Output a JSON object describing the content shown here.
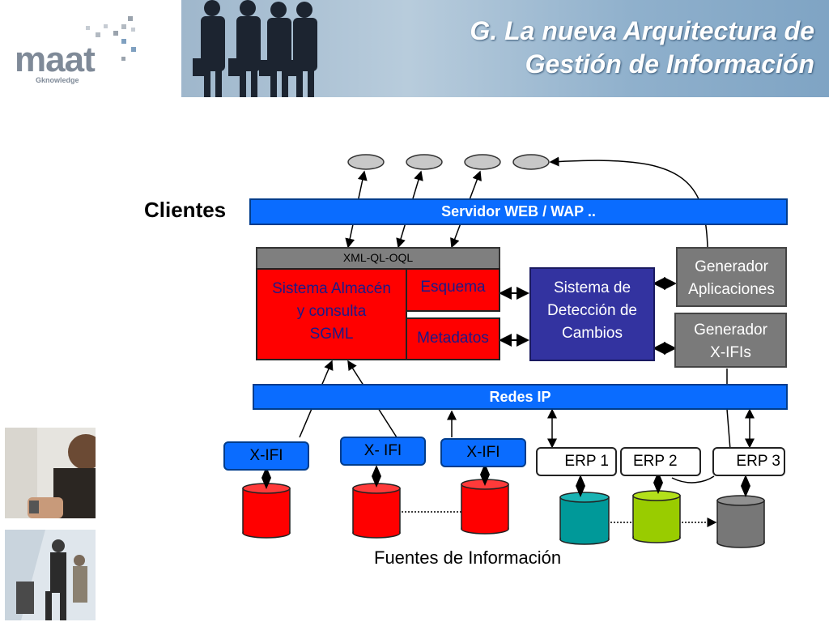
{
  "header": {
    "logo_text": "maat",
    "logo_sub": "Gknowledge",
    "title_line1": "G. La nueva Arquitectura de",
    "title_line2": "Gestión de Información"
  },
  "diagram": {
    "clientes": "Clientes",
    "servidor": "Servidor WEB  /  WAP ..",
    "xml_bar": "XML-QL-OQL",
    "sgml_line1": "Sistema Almacén",
    "sgml_line2": "y consulta",
    "sgml_line3": "SGML",
    "esquema": "Esquema",
    "metadatos": "Metadatos",
    "deteccion_line1": "Sistema de",
    "deteccion_line2": "Detección de",
    "deteccion_line3": "Cambios",
    "gen_apl_line1": "Generador",
    "gen_apl_line2": "Aplicaciones",
    "gen_xifi_line1": "Generador",
    "gen_xifi_line2": "X-IFIs",
    "redes": "Redes IP",
    "xifi1": "X-IFI",
    "xifi2": "X-  IFI",
    "xifi3": "X-IFI",
    "erp1": "ERP 1",
    "erp2": "ERP 2",
    "erp3": "ERP 3",
    "caption": "Fuentes de Información"
  },
  "colors": {
    "blue_bar": "#0a6cff",
    "red_box": "#ff0000",
    "navy_box": "#3333a0",
    "grey_box": "#7a7a7a",
    "db_red": "#ff0000",
    "db_teal": "#009999",
    "db_lime": "#99cc00",
    "db_grey": "#777777"
  }
}
